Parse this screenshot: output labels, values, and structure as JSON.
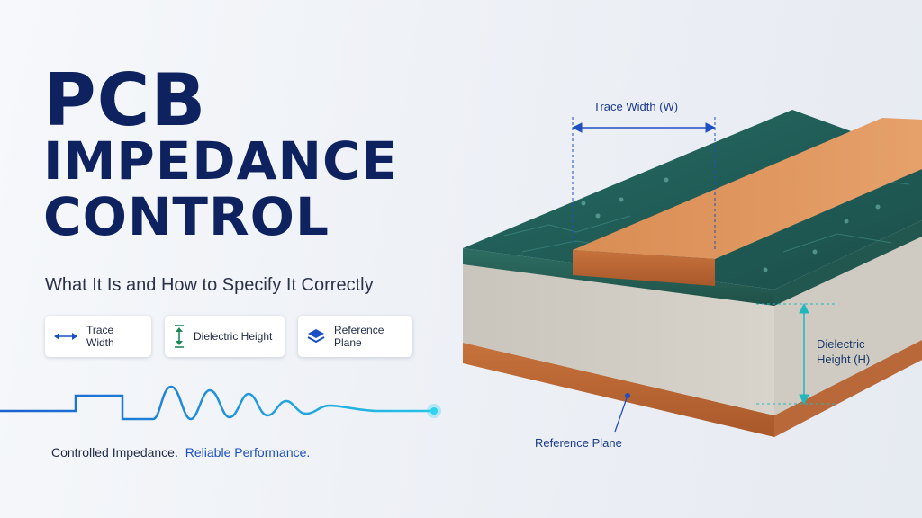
{
  "title": {
    "line1": "PCB",
    "line2": "IMPEDANCE",
    "line3": "CONTROL"
  },
  "subtitle": "What It Is and How to Specify It Correctly",
  "features": [
    {
      "icon": "double-arrow-icon",
      "label": "Trace Width"
    },
    {
      "icon": "vertical-arrow-icon",
      "label": "Dielectric Height"
    },
    {
      "icon": "layers-icon",
      "label": "Reference Plane"
    }
  ],
  "tagline": {
    "part1": "Controlled Impedance.",
    "part2": "Reliable Performance."
  },
  "diagram": {
    "trace_width_label": "Trace Width (W)",
    "dielectric_height_label_line1": "Dielectric",
    "dielectric_height_label_line2": "Height (H)",
    "reference_plane_label": "Reference Plane"
  },
  "colors": {
    "title": "#0f2260",
    "accent": "#1b4fc4",
    "copper": "#c97a44",
    "solder_mask": "#1e5a55",
    "signal_wave": "#1aa6e0"
  }
}
